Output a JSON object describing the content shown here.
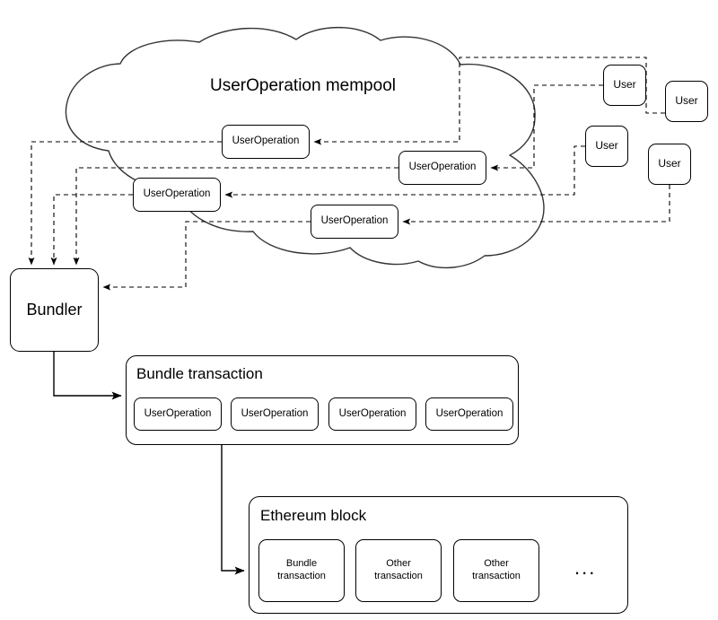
{
  "diagram": {
    "title_mempool": "UserOperation mempool",
    "bundler_label": "Bundler",
    "bundle_tx_title": "Bundle transaction",
    "ethereum_block_title": "Ethereum block",
    "ellipsis": "...",
    "colors": {
      "stroke": "#000000",
      "fill": "#ffffff",
      "text": "#000000"
    }
  },
  "mempool_userops": [
    {
      "label": "UserOperation"
    },
    {
      "label": "UserOperation"
    },
    {
      "label": "UserOperation"
    },
    {
      "label": "UserOperation"
    }
  ],
  "users": [
    {
      "label": "User"
    },
    {
      "label": "User"
    },
    {
      "label": "User"
    },
    {
      "label": "User"
    }
  ],
  "bundle_userops": [
    {
      "label": "UserOperation"
    },
    {
      "label": "UserOperation"
    },
    {
      "label": "UserOperation"
    },
    {
      "label": "UserOperation"
    }
  ],
  "block_transactions": [
    {
      "label": "Bundle\ntransaction",
      "line1": "Bundle",
      "line2": "transaction"
    },
    {
      "label": "Other\ntransaction",
      "line1": "Other",
      "line2": "transaction"
    },
    {
      "label": "Other\ntransaction",
      "line1": "Other",
      "line2": "transaction"
    }
  ]
}
